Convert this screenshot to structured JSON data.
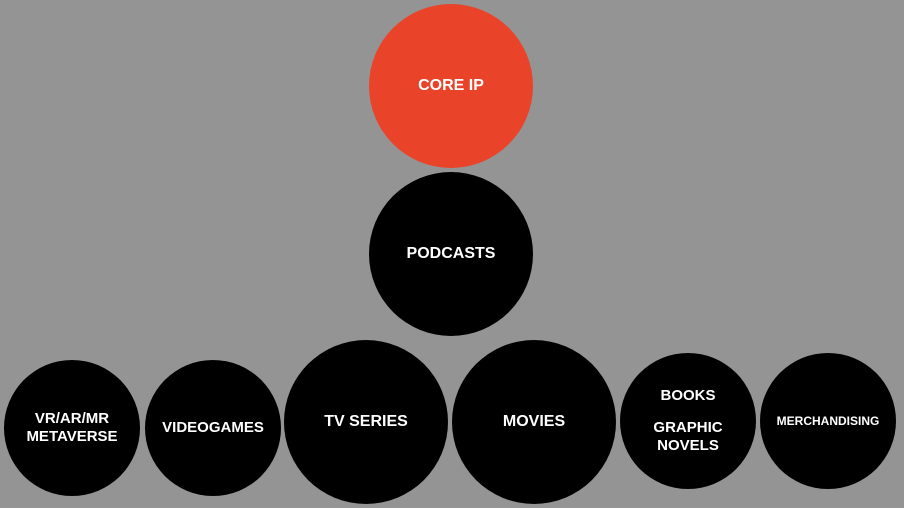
{
  "colors": {
    "background": "#949494",
    "core": "#E9432A",
    "node": "#000000",
    "text": "#FFFFFF"
  },
  "core": {
    "label": "CORE IP"
  },
  "podcasts": {
    "label": "PODCASTS"
  },
  "nodes": {
    "vr": {
      "line1": "VR/AR/MR",
      "line2": "METAVERSE"
    },
    "videogames": {
      "label": "VIDEOGAMES"
    },
    "tv": {
      "label": "TV SERIES"
    },
    "movies": {
      "label": "MOVIES"
    },
    "books": {
      "label": "BOOKS",
      "line1": "GRAPHIC",
      "line2": "NOVELS"
    },
    "merch": {
      "label": "MERCHANDISING"
    }
  }
}
